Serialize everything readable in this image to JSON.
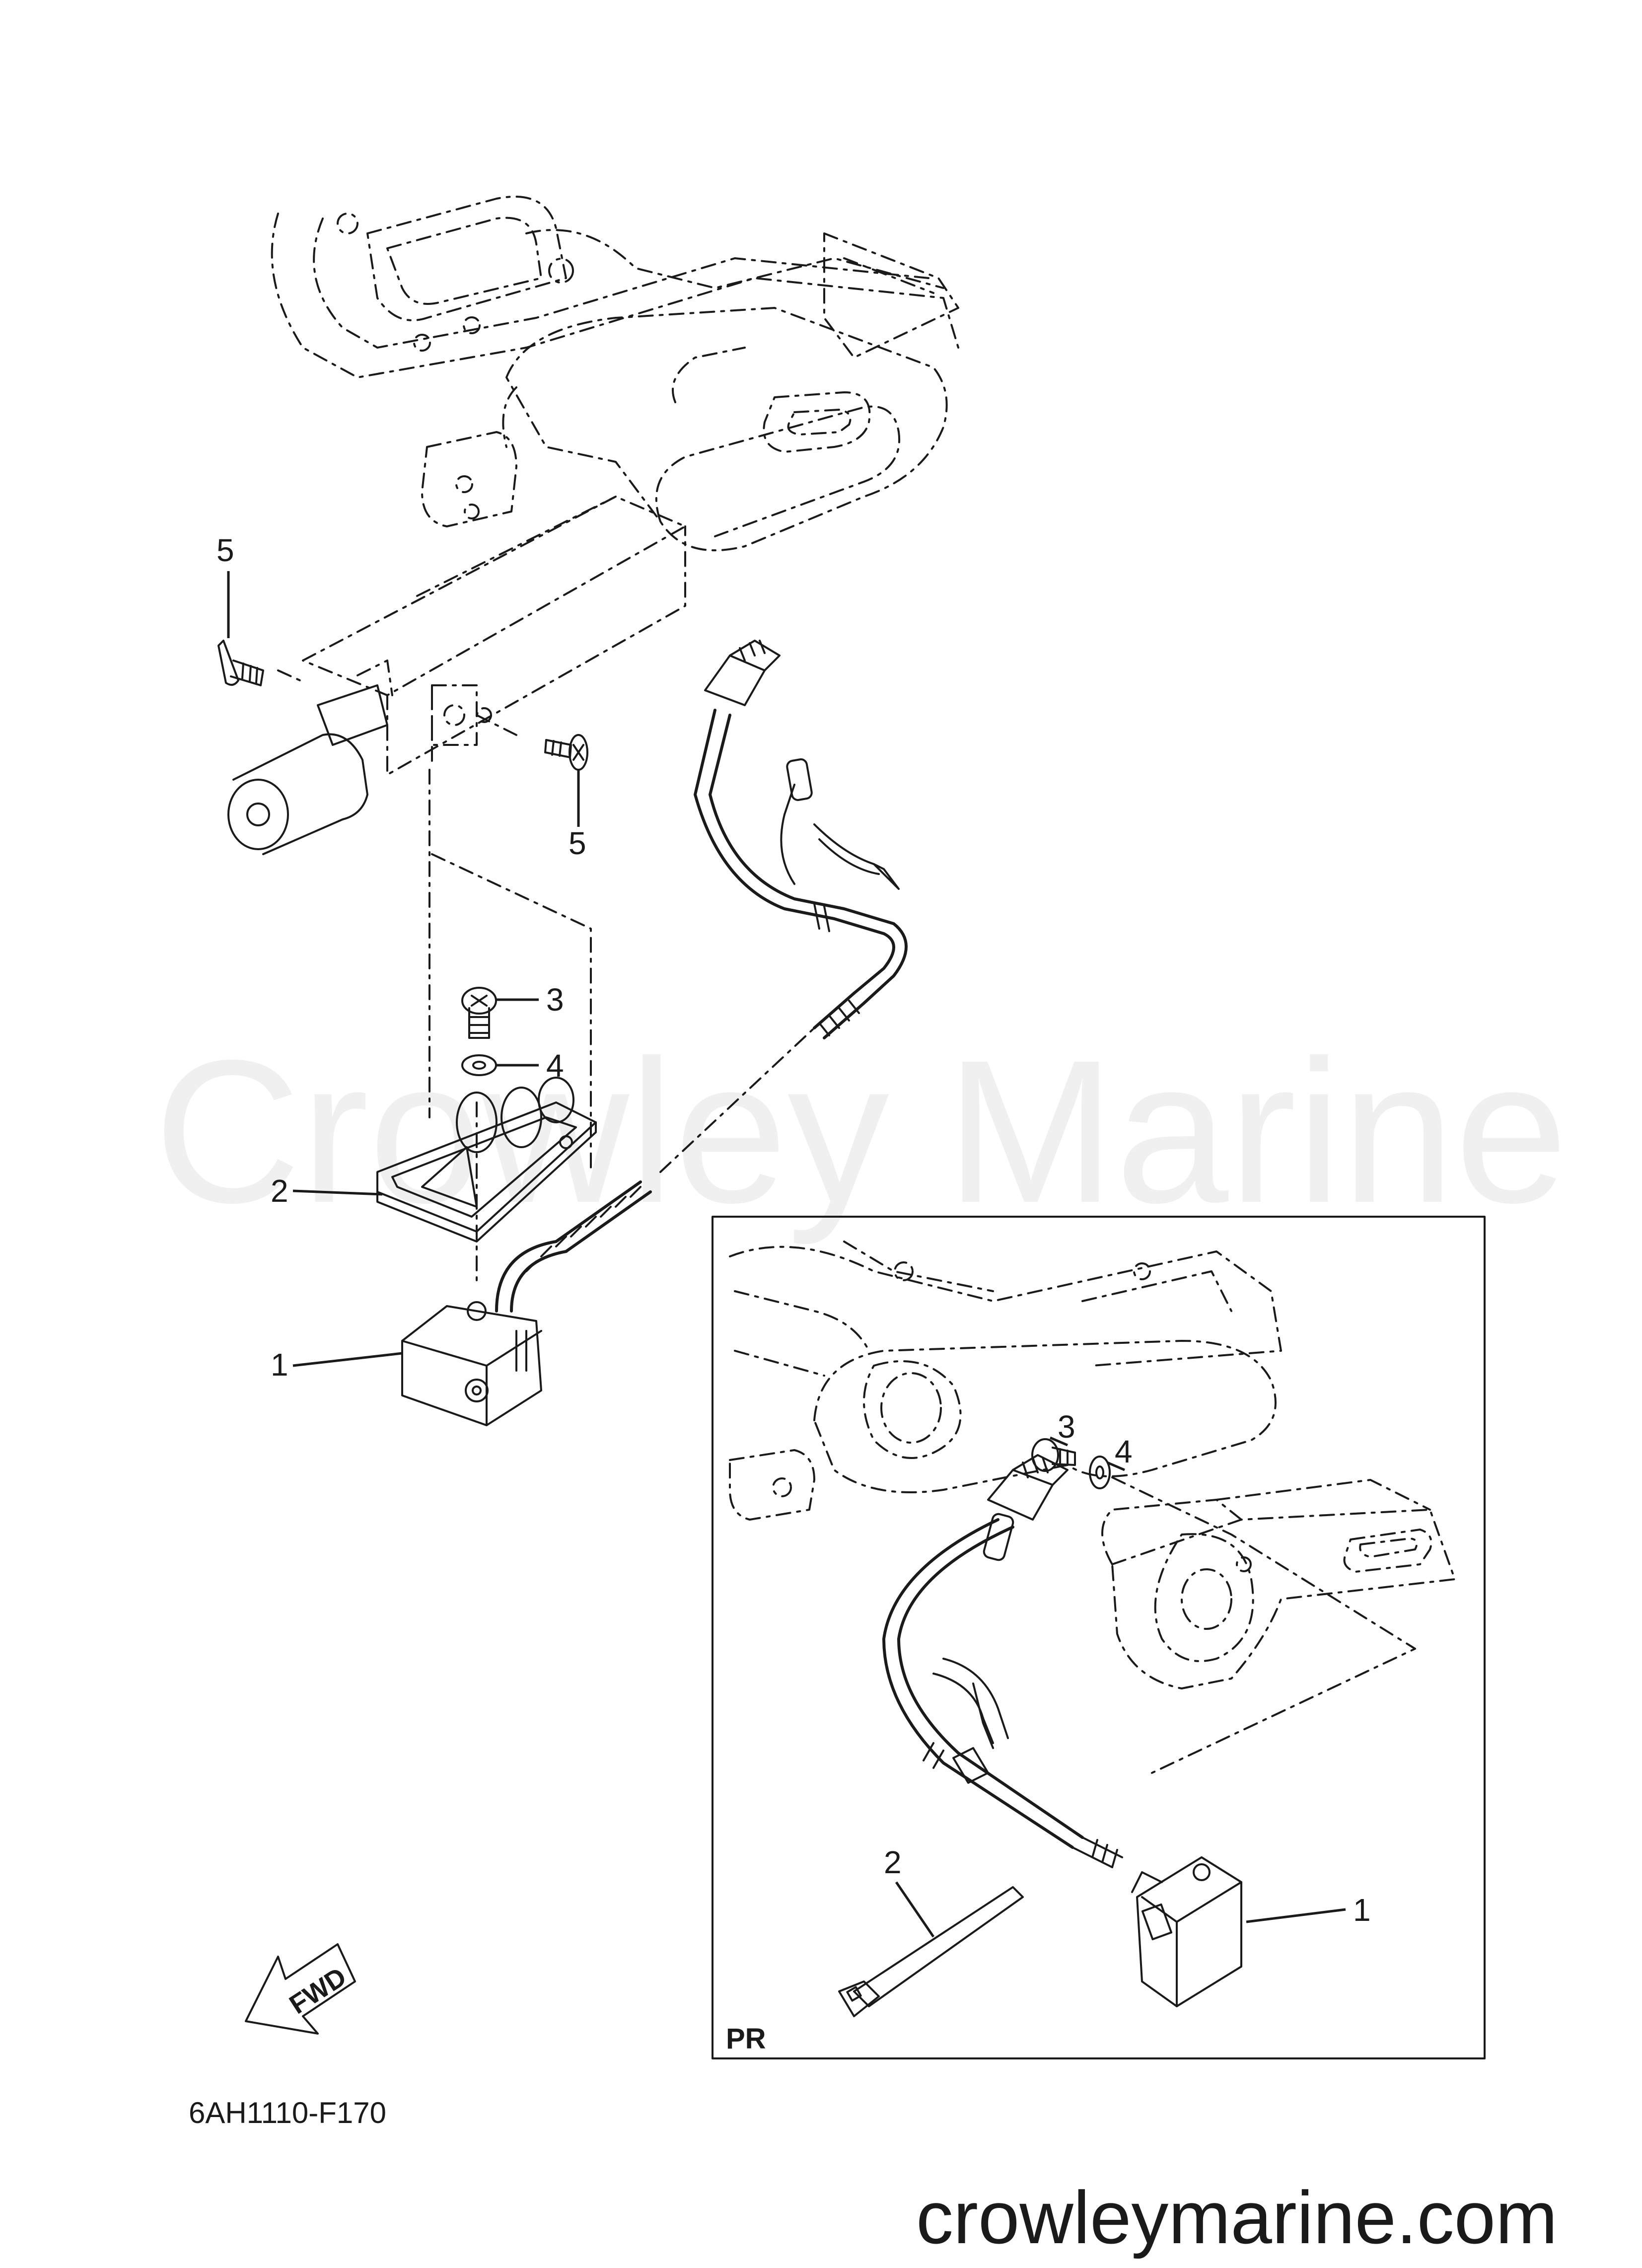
{
  "watermark": "Crowley Marine",
  "callouts": {
    "main": [
      {
        "label": "5",
        "part": "screw-top-left"
      },
      {
        "label": "5",
        "part": "screw-right"
      },
      {
        "label": "3",
        "part": "screw-small"
      },
      {
        "label": "4",
        "part": "washer"
      },
      {
        "label": "2",
        "part": "bracket"
      },
      {
        "label": "1",
        "part": "trim-sensor"
      }
    ],
    "inset": [
      {
        "label": "3",
        "part": "screw-small"
      },
      {
        "label": "4",
        "part": "washer"
      },
      {
        "label": "2",
        "part": "cable-tie"
      },
      {
        "label": "1",
        "part": "trim-sensor"
      }
    ]
  },
  "inset_label": "PR",
  "fwd_label": "FWD",
  "diagram_code": "6AH1110-F170",
  "site": "crowleymarine.com"
}
